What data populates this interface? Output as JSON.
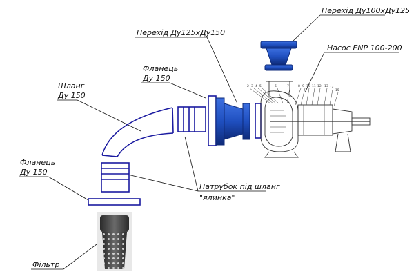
{
  "labels": {
    "reducer_top": "Перехід Ду100хДу125",
    "reducer_mid": "Перехід Ду125хДу150",
    "pump": "Насос ENP 100-200",
    "flange_upper_1": "Фланець",
    "flange_upper_2": "Ду 150",
    "hose_1": "Шланг",
    "hose_2": "Ду 150",
    "flange_lower_1": "Фланець",
    "flange_lower_2": "Ду 150",
    "nipple_1": "Патрубок під шланг",
    "nipple_2": "\"ялинка\"",
    "filter": "Фільтр"
  },
  "pump_callouts": [
    "2",
    "3",
    "4",
    "5",
    "6",
    "7",
    "8",
    "9",
    "10",
    "11",
    "12",
    "13",
    "14",
    "15"
  ],
  "colors": {
    "outline": "#1a1aa0",
    "cast_blue": "#1f4fbf",
    "cast_dark": "#0e2a78",
    "drawing": "#333333",
    "filter_dark": "#3a3a3a"
  }
}
